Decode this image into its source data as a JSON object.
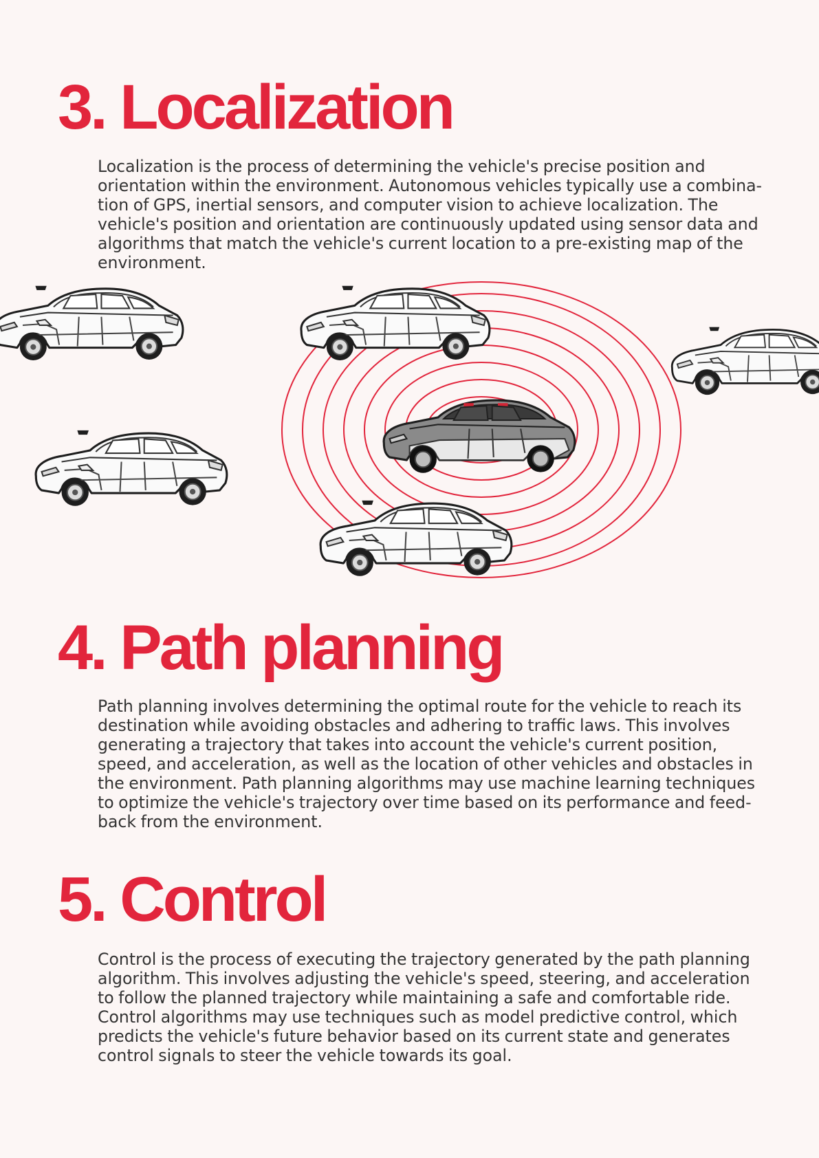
{
  "sections": [
    {
      "heading": "3. Localization",
      "lines": [
        "Localization is the process of determining the vehicle's precise position and",
        "orientation within the environment. Autonomous vehicles typically use a combina-",
        "tion of GPS, inertial sensors, and computer vision to achieve localization. The",
        "vehicle's position and orientation are continuously updated using sensor data and",
        "algorithms that match the vehicle's current location to a pre-existing map of the",
        "environment."
      ]
    },
    {
      "heading": "4. Path planning",
      "lines": [
        "Path planning involves determining the optimal route for the vehicle to reach its",
        "destination while avoiding obstacles and adhering to traffic laws. This involves",
        "generating a trajectory that takes into account the vehicle's current position,",
        "speed, and acceleration, as well as the location of other vehicles and obstacles in",
        "the environment. Path planning algorithms may use machine learning techniques",
        "to optimize the vehicle's trajectory over time based on its performance and feed-",
        "back from the environment."
      ]
    },
    {
      "heading": "5. Control",
      "lines": [
        "Control is the process of executing the trajectory generated by the path planning",
        "algorithm. This involves adjusting the vehicle's speed, steering, and acceleration",
        "to follow the planned trajectory while maintaining a safe and comfortable ride.",
        "Control algorithms may use techniques such as model predictive control, which",
        "predicts the vehicle's future behavior based on its current state and generates",
        "control signals to steer the vehicle towards its goal."
      ]
    }
  ],
  "colors": {
    "accent": "#e2253c",
    "text": "#333333",
    "background": "#fcf6f5",
    "ego_car_body": "#8a8a8a"
  },
  "illustration": {
    "subject": "ego-vehicle-with-sensor-rings",
    "ring_count": 8,
    "surrounding_vehicle_count": 5
  }
}
